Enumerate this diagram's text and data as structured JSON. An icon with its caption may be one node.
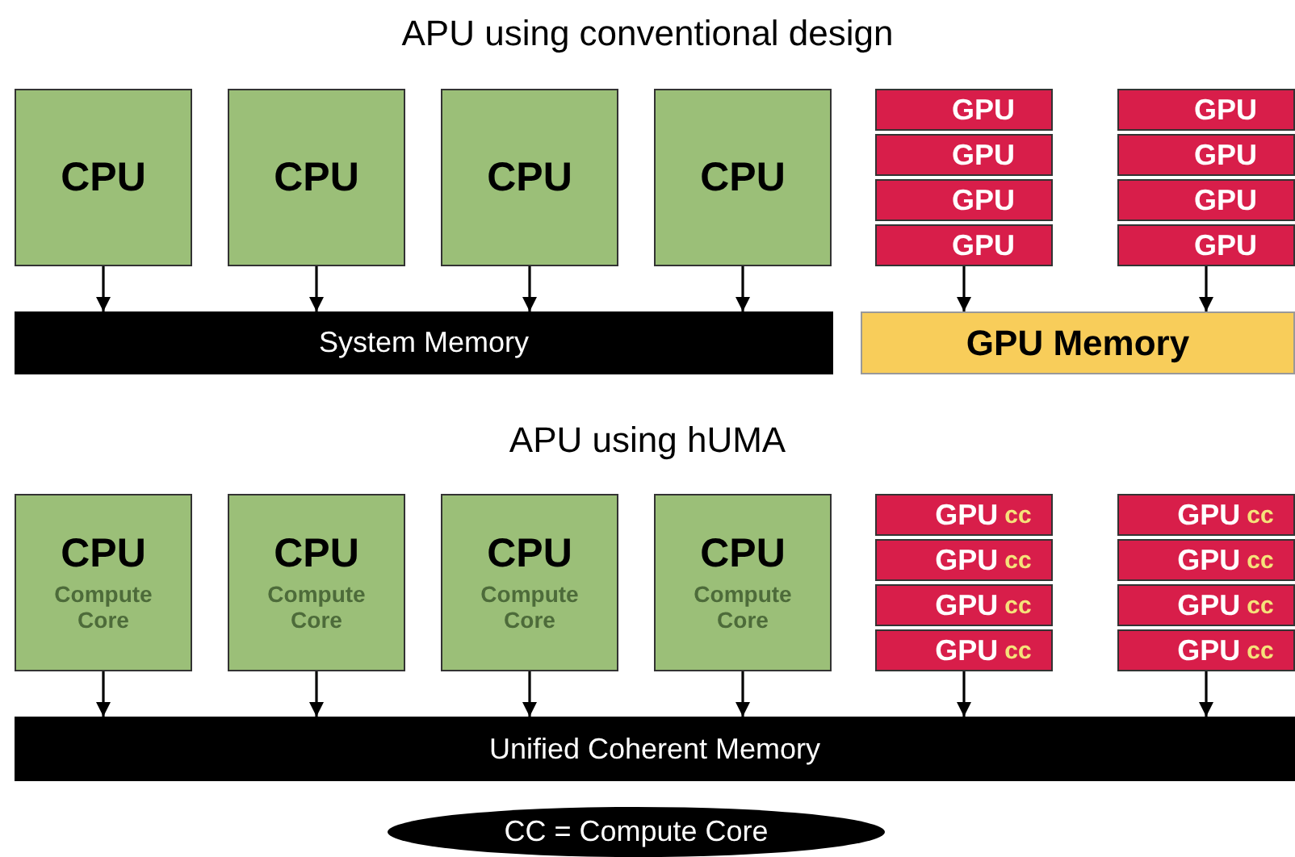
{
  "diagram": {
    "nodes": [
      {
        "text": [
          "CPU"
        ]
      },
      {
        "text": [
          "CPU"
        ]
      },
      {
        "text": [
          "CPU"
        ]
      },
      {
        "text": [
          "CPU"
        ]
      },
      {
        "text": [
          "GPU"
        ]
      },
      {
        "text": [
          "GPU"
        ]
      },
      {
        "text": [
          "GPU"
        ]
      },
      {
        "text": [
          "GPU"
        ]
      },
      {
        "text": [
          "GPU"
        ]
      },
      {
        "text": [
          "GPU"
        ]
      },
      {
        "text": [
          "GPU"
        ]
      },
      {
        "text": [
          "GPU"
        ]
      },
      {
        "text": [
          "System Memory"
        ]
      },
      {
        "text": [
          "GPU Memory"
        ]
      },
      {
        "text": [
          "CPU",
          "Compute Core"
        ]
      },
      {
        "text": [
          "CPU",
          "Compute Core"
        ]
      },
      {
        "text": [
          "CPU",
          "Compute Core"
        ]
      },
      {
        "text": [
          "CPU",
          "Compute Core"
        ]
      },
      {
        "text": [
          "GPU",
          "cc"
        ]
      },
      {
        "text": [
          "GPU",
          "cc"
        ]
      },
      {
        "text": [
          "GPU",
          "cc"
        ]
      },
      {
        "text": [
          "GPU",
          "cc"
        ]
      },
      {
        "text": [
          "GPU",
          "cc"
        ]
      },
      {
        "text": [
          "GPU",
          "cc"
        ]
      },
      {
        "text": [
          "GPU",
          "cc"
        ]
      },
      {
        "text": [
          "GPU",
          "cc"
        ]
      },
      {
        "text": [
          "Unified Coherent Memory"
        ]
      },
      {
        "text": [
          "CC = Compute Core"
        ]
      }
    ],
    "edges": [
      {
        "from": 0,
        "to": 12,
        "arrow": "to"
      },
      {
        "from": 1,
        "to": 12,
        "arrow": "to"
      },
      {
        "from": 2,
        "to": 12,
        "arrow": "to"
      },
      {
        "from": 3,
        "to": 12,
        "arrow": "to"
      },
      {
        "from": 7,
        "to": 13,
        "arrow": "to"
      },
      {
        "from": 11,
        "to": 13,
        "arrow": "to"
      },
      {
        "from": 14,
        "to": 26,
        "arrow": "to"
      },
      {
        "from": 15,
        "to": 26,
        "arrow": "to"
      },
      {
        "from": 16,
        "to": 26,
        "arrow": "to"
      },
      {
        "from": 17,
        "to": 26,
        "arrow": "to"
      },
      {
        "from": 21,
        "to": 26,
        "arrow": "to"
      },
      {
        "from": 25,
        "to": 26,
        "arrow": "to"
      }
    ],
    "labels": [
      "APU using conventional design",
      "APU using hUMA"
    ]
  }
}
